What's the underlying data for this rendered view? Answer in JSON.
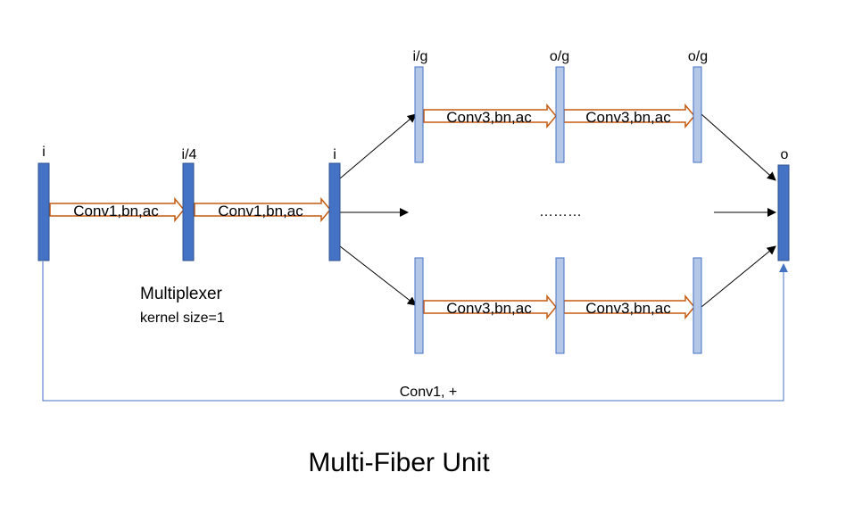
{
  "colors": {
    "layer_dark": "#4472c4",
    "layer_dark_stroke": "#2f528f",
    "layer_light": "#b4c7e7",
    "layer_light_stroke": "#4472c4",
    "op_arrow_stroke": "#c55a11",
    "skip_line": "#4472c4",
    "connector": "#000000"
  },
  "labels": {
    "input": "i",
    "quarter": "i/4",
    "mux_out": "i",
    "fiber_in": "i/g",
    "fiber_mid": "o/g",
    "fiber_out": "o/g",
    "output": "o"
  },
  "ops": {
    "conv1_a": "Conv1,bn,ac",
    "conv1_b": "Conv1,bn,ac",
    "top_conv3_a": "Conv3,bn,ac",
    "top_conv3_b": "Conv3,bn,ac",
    "bottom_conv3_a": "Conv3,bn,ac",
    "bottom_conv3_b": "Conv3,bn,ac"
  },
  "multiplexer": {
    "name": "Multiplexer",
    "detail": "kernel size=1"
  },
  "ellipsis": "………",
  "skip_label": "Conv1, +",
  "title": "Multi-Fiber Unit"
}
